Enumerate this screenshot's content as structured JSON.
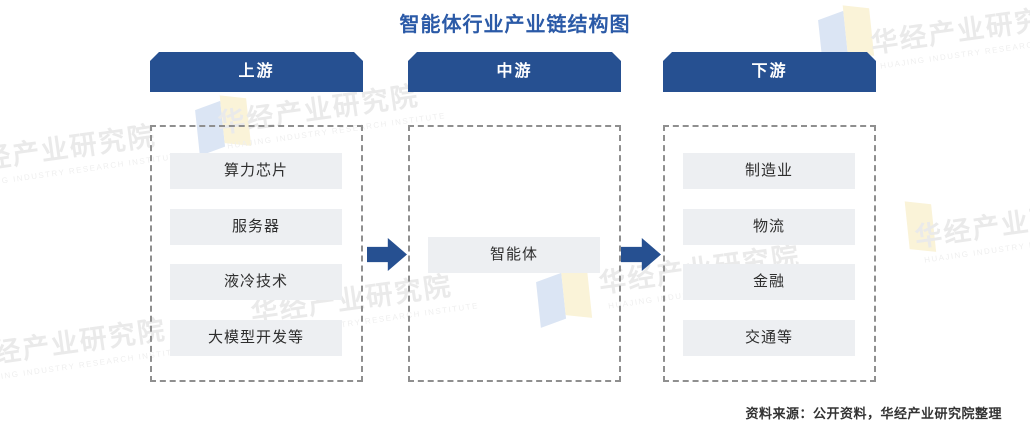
{
  "title": "智能体行业产业链结构图",
  "source_note": "资料来源：公开资料，华经产业研究院整理",
  "watermark": {
    "text": "华经产业研究院",
    "subtext": "HUAJING INDUSTRY RESEARCH INSTITUTE"
  },
  "columns": [
    {
      "header": "上游",
      "items": [
        "算力芯片",
        "服务器",
        "液冷技术",
        "大模型开发等"
      ]
    },
    {
      "header": "中游",
      "items": [
        "智能体"
      ]
    },
    {
      "header": "下游",
      "items": [
        "制造业",
        "物流",
        "金融",
        "交通等"
      ]
    }
  ],
  "colors": {
    "title_blue": "#2b5aa7",
    "header_blue": "#265091",
    "arrow_blue": "#265091",
    "item_gray": "#edeff2",
    "dashed_border": "#8f8f8f",
    "watermark_gray": "#eaeaea",
    "logo_blue": "#dbe5f4",
    "logo_cream": "#faf3d8"
  }
}
